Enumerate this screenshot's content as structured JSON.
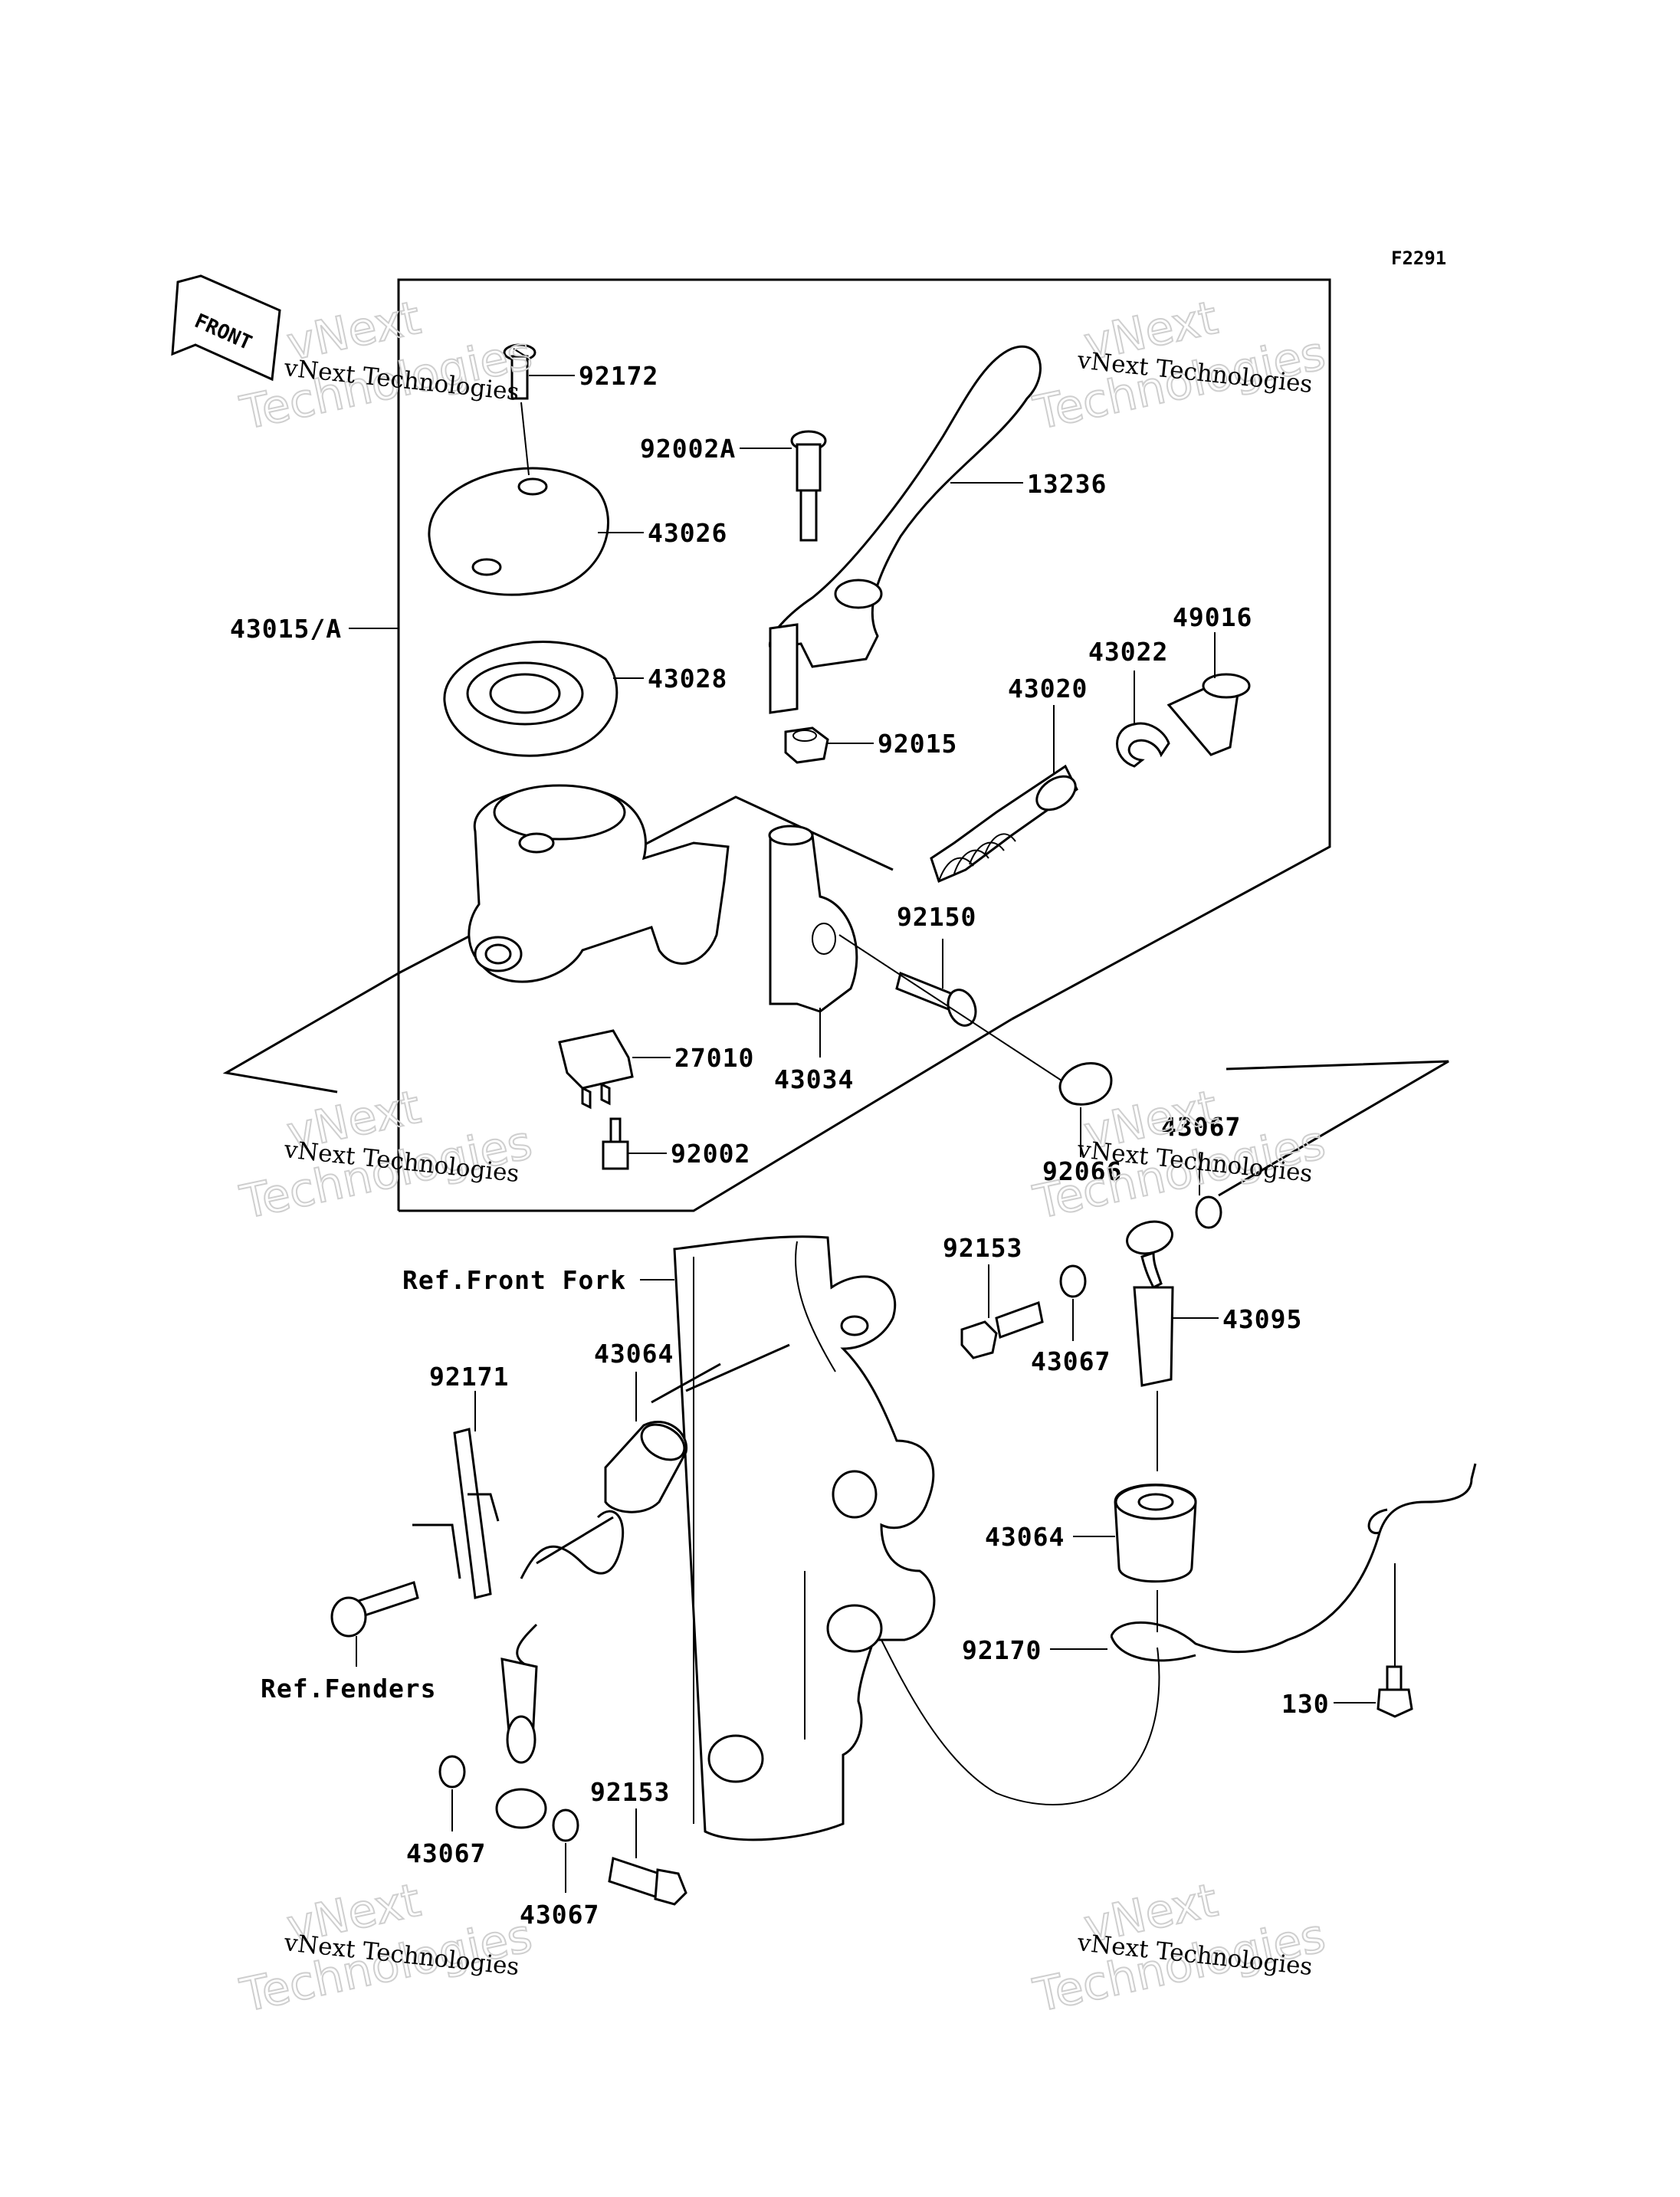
{
  "figure_code": "F2291",
  "front_arrow": "FRONT",
  "part_labels": {
    "p92172": "92172",
    "p92002A": "92002A",
    "p13236": "13236",
    "p43026": "43026",
    "p43015A": "43015/A",
    "p43028": "43028",
    "p49016": "49016",
    "p43022": "43022",
    "p43020": "43020",
    "p92015": "92015",
    "p92150": "92150",
    "p27010": "27010",
    "p43034": "43034",
    "p92002": "92002",
    "p92066": "92066",
    "p43067_a": "43067",
    "p92153_a": "92153",
    "p43095": "43095",
    "p43067_b": "43067",
    "p43064_a": "43064",
    "p92171": "92171",
    "p43064_b": "43064",
    "p92170": "92170",
    "p130": "130",
    "p92153_b": "92153",
    "p43067_c": "43067",
    "p43067_d": "43067"
  },
  "references": {
    "front_fork": "Ref.Front Fork",
    "fenders": "Ref.Fenders"
  },
  "watermark": {
    "line1": "vNext Technologies",
    "line2": "vNext",
    "line3": "Technologies"
  }
}
